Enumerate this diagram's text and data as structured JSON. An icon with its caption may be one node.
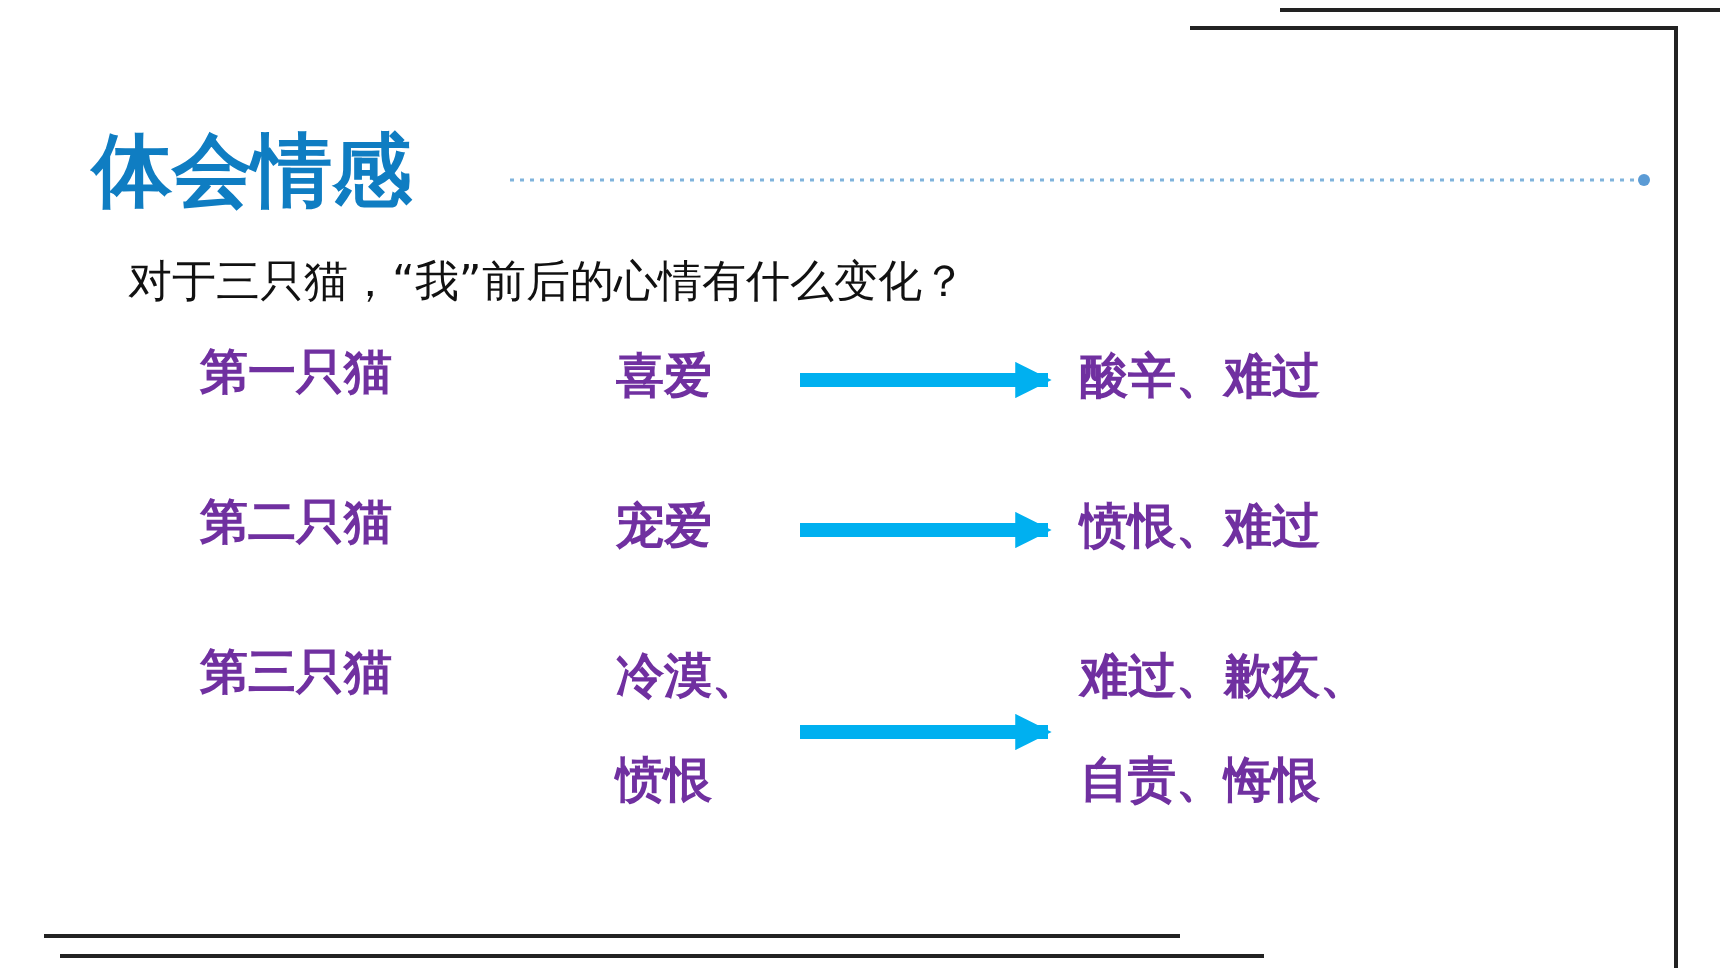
{
  "diagram": {
    "title": "体会情感",
    "nodes": [
      {
        "text": [
          "喜爱"
        ]
      },
      {
        "text": [
          "酸辛、难过"
        ]
      },
      {
        "text": [
          "宠爱"
        ]
      },
      {
        "text": [
          "愤恨、难过"
        ]
      },
      {
        "text": [
          "冷漠、愤恨"
        ]
      },
      {
        "text": [
          "难过、歉疚、自责、悔恨"
        ]
      }
    ],
    "edges": [
      {
        "from": 0,
        "to": 1,
        "arrow": "to"
      },
      {
        "from": 2,
        "to": 3,
        "arrow": "to"
      },
      {
        "from": 4,
        "to": 5,
        "arrow": "to"
      }
    ],
    "labels": [
      "对于三只猫，“我”前后的心情有什么变化？",
      "第一只猫",
      "第二只猫",
      "第三只猫"
    ]
  }
}
